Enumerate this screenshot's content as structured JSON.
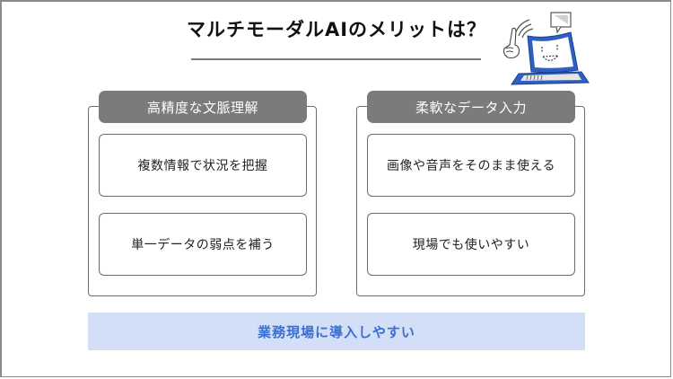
{
  "title": "マルチモーダルAIのメリットは？",
  "mascot": {
    "icon": "laptop-mascot-icon",
    "description": "smiling laptop with speech bubble and raised finger"
  },
  "panels": [
    {
      "header": "高精度な文脈理解",
      "items": [
        "複数情報で状況を把握",
        "単一データの弱点を補う"
      ]
    },
    {
      "header": "柔軟なデータ入力",
      "items": [
        "画像や音声をそのまま使える",
        "現場でも使いやすい"
      ]
    }
  ],
  "summary": "業務現場に導入しやすい",
  "colors": {
    "header_bg": "#7b7b7b",
    "border": "#6d6d6d",
    "summary_bg": "#d3def7",
    "summary_text": "#3b6fcf",
    "mascot_blue": "#2f5fc4"
  }
}
